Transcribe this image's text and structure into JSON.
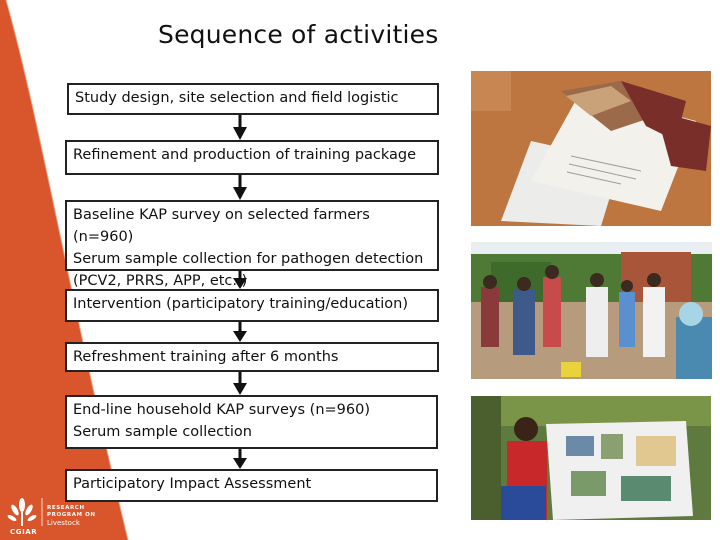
{
  "title": "Sequence of activities",
  "steps": [
    {
      "lines": [
        "Study design, site selection and field logistic"
      ]
    },
    {
      "lines": [
        "Refinement and production of training package"
      ]
    },
    {
      "lines": [
        "Baseline KAP survey on selected farmers (n=960)",
        "Serum sample collection for pathogen detection",
        "(PCV2, PRRS, APP, etc..)"
      ]
    },
    {
      "lines": [
        "Intervention (participatory training/education)"
      ]
    },
    {
      "lines": [
        "Refreshment training after 6 months"
      ]
    },
    {
      "lines": [
        "End-line household KAP surveys (n=960)",
        "Serum sample collection"
      ]
    },
    {
      "lines": [
        "Participatory Impact Assessment"
      ]
    }
  ],
  "logo": {
    "org": "CGIAR",
    "program_lines": [
      "RESEARCH",
      "PROGRAM ON"
    ],
    "program_name": "Livestock"
  },
  "colors": {
    "accent": "#d9552b",
    "box_border": "#222222",
    "arrow": "#111111"
  }
}
